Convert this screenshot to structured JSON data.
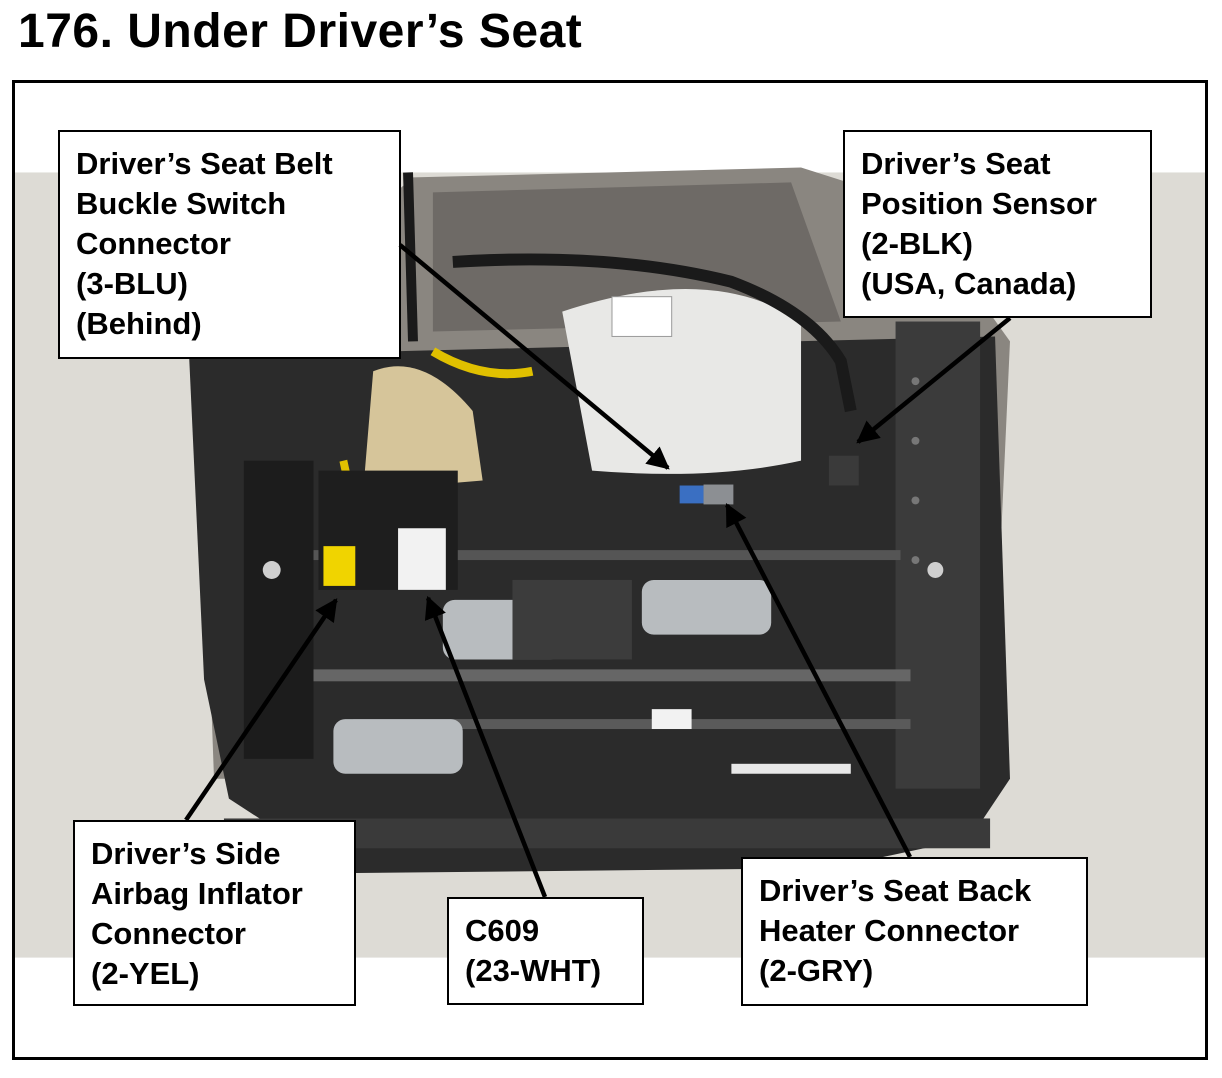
{
  "title": "176.  Under Driver’s Seat",
  "callouts": {
    "buckle": [
      "Driver’s Seat Belt",
      "Buckle Switch",
      "Connector",
      "(3-BLU)",
      "(Behind)"
    ],
    "position": [
      "Driver’s Seat",
      "Position Sensor",
      "(2-BLK)",
      "(USA, Canada)"
    ],
    "airbag": [
      "Driver’s Side",
      "Airbag Inflator",
      "Connector",
      "(2-YEL)"
    ],
    "c609": [
      "C609",
      "(23-WHT)"
    ],
    "heater": [
      "Driver’s Seat Back",
      "Heater Connector",
      "(2-GRY)"
    ]
  },
  "photo_colors": {
    "background": "#dddbd5",
    "seat_frame": "#2b2b2b",
    "motor": "#b8bcbf",
    "airbag_module": "#e8e8e6",
    "foam": "#d6c59a",
    "yellow_connector": "#f0d400",
    "white_connector": "#f2f2f2",
    "blue_connector": "#3a6fc2",
    "gray_connector": "#8c8f93"
  }
}
